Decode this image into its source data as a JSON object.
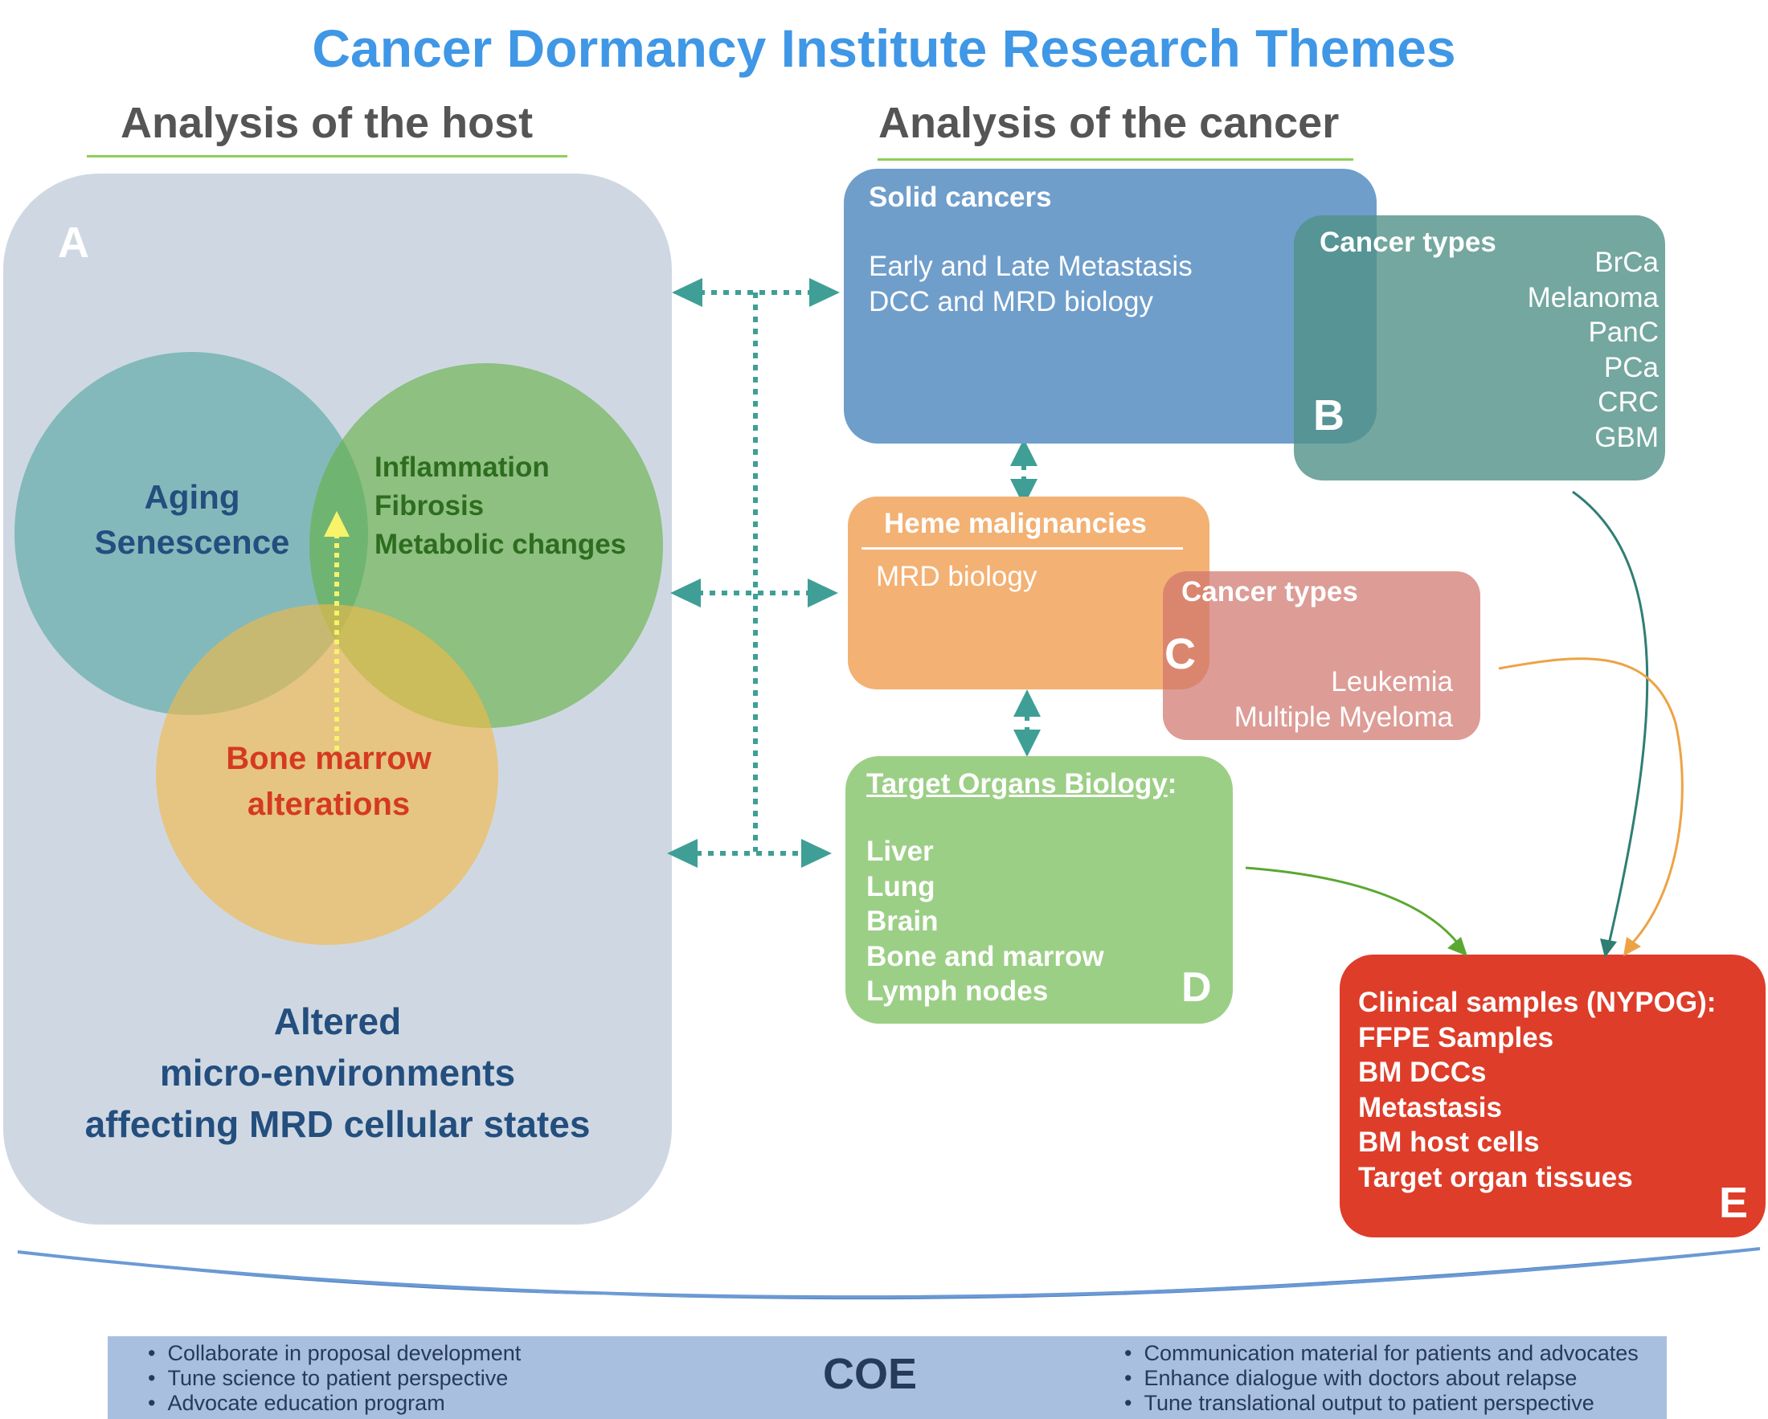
{
  "title": "Cancer Dormancy Institute Research Themes",
  "host_heading": "Analysis of the host",
  "cancer_heading": "Analysis of the cancer",
  "panel_a": {
    "letter": "A",
    "aging": [
      "Aging",
      "Senescence"
    ],
    "inflammation": [
      "Inflammation",
      "Fibrosis",
      "Metabolic changes"
    ],
    "bone_marrow": [
      "Bone marrow",
      "alterations"
    ],
    "caption": [
      "Altered",
      "micro-environments",
      "affecting MRD cellular states"
    ]
  },
  "solid": {
    "title": "Solid cancers",
    "lines": [
      "Early and Late Metastasis",
      "DCC and MRD biology"
    ],
    "types_title": "Cancer types",
    "types": [
      "BrCa",
      "Melanoma",
      "PanC",
      "PCa",
      "CRC",
      "GBM"
    ],
    "letter": "B"
  },
  "heme": {
    "title": "Heme malignancies",
    "line": "MRD biology",
    "types_title": "Cancer types",
    "types": [
      "Leukemia",
      "Multiple Myeloma"
    ],
    "letter": "C"
  },
  "organs": {
    "title": "Target Organs Biology",
    "title_suffix": ":",
    "items": [
      "Liver",
      "Lung",
      "Brain",
      "Bone and marrow",
      "Lymph nodes"
    ],
    "letter": "D"
  },
  "clinical": {
    "items": [
      "Clinical samples (NYPOG):",
      "FFPE Samples",
      "BM DCCs",
      "Metastasis",
      "BM host cells",
      "Target organ tissues"
    ],
    "letter": "E"
  },
  "coe": {
    "label": "COE",
    "left": [
      "Collaborate in proposal development",
      "Tune science to patient perspective",
      "Advocate education program"
    ],
    "right": [
      "Communication material for patients and advocates",
      "Enhance dialogue with doctors about relapse",
      "Tune translational output to patient perspective"
    ]
  },
  "colors": {
    "title_blue": "#3f97e6",
    "arrow_teal": "#3f9f96",
    "aging_text": "#234e7e",
    "inflammation_text": "#2e6d1f",
    "bone_text": "#d53a1f",
    "clinical_red": "#de3d2a"
  }
}
